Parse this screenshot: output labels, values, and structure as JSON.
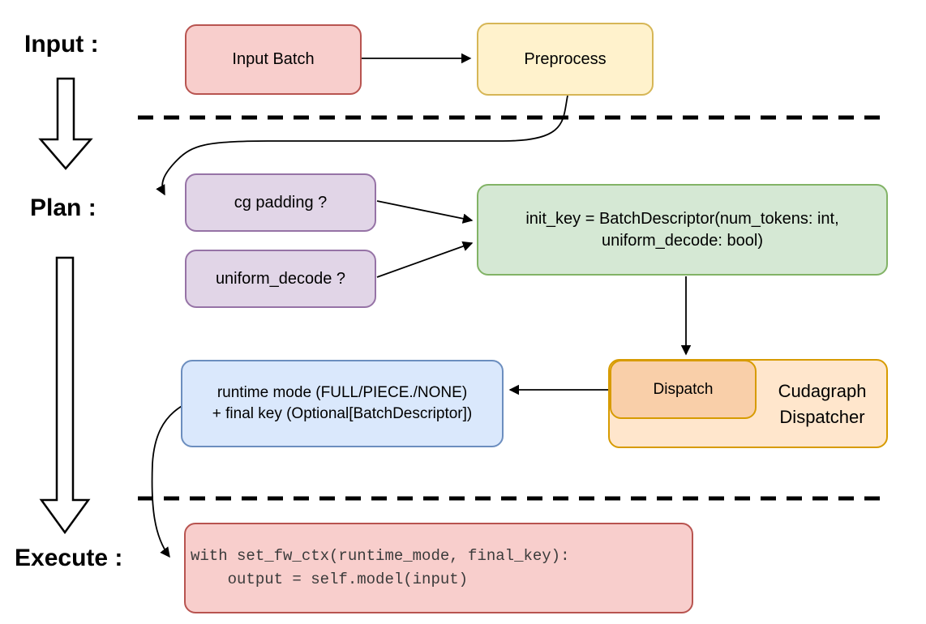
{
  "diagram": {
    "section_labels": {
      "input": "Input :",
      "plan": "Plan :",
      "execute": "Execute :"
    },
    "nodes": {
      "input_batch": {
        "label": "Input Batch"
      },
      "preprocess": {
        "label": "Preprocess"
      },
      "cg_padding": {
        "label": "cg padding ?"
      },
      "uniform_decode": {
        "label": "uniform_decode ?"
      },
      "init_key": {
        "line1": "init_key = BatchDescriptor(num_tokens: int,",
        "line2": "uniform_decode: bool)"
      },
      "dispatch": {
        "label": "Dispatch"
      },
      "cudagraph_dispatcher": {
        "line1": "Cudagraph",
        "line2": "Dispatcher"
      },
      "runtime_mode": {
        "line1": "runtime mode (FULL/PIECE./NONE)",
        "line2": "+ final key (Optional[BatchDescriptor])"
      },
      "execute_code": {
        "line1": "with set_fw_ctx(runtime_mode, final_key):",
        "line2": "    output = self.model(input)"
      }
    },
    "colors": {
      "red_fill": "#F8CECC",
      "red_stroke": "#B85450",
      "yellow_fill": "#FFF2CC",
      "yellow_stroke": "#D6B656",
      "purple_fill": "#E1D5E7",
      "purple_stroke": "#9673A6",
      "green_fill": "#D5E8D4",
      "green_stroke": "#82B366",
      "orange_fill": "#FFE6CC",
      "orange_inner_fill": "#F9CFA9",
      "orange_stroke": "#D79B00",
      "blue_fill": "#DAE8FC",
      "blue_stroke": "#6C8EBF",
      "code_text": "#3B3B3B",
      "line": "#000000"
    }
  }
}
